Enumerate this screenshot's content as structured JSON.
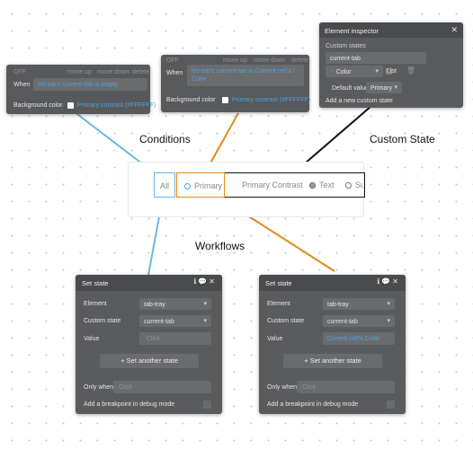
{
  "colors": {
    "panel": "#58595b",
    "header": "#4a4b4d",
    "blue_line": "#6ab7e3",
    "orange_line": "#e08a1e",
    "black_line": "#111111",
    "link_blue": "#4aa3df"
  },
  "condition_panel_1": {
    "toolbar": {
      "off": "OFF",
      "move_up": "move up",
      "move_down": "move down",
      "delete": "delete"
    },
    "when_label": "When",
    "when_value": "list-tab's current-tab is empty",
    "bg_label": "Background color",
    "bg_value": "Primary contrast (#FFFFFF)"
  },
  "condition_panel_2": {
    "toolbar": {
      "off": "OFF",
      "move_up": "move up",
      "move_down": "move down",
      "delete": "delete"
    },
    "when_label": "When",
    "when_value": "list-tab's current-tab is Current cell's / Color",
    "bg_label": "Background color",
    "bg_value": "Primary contrast (#FFFFFF)"
  },
  "element_inspector": {
    "title": "Element inspector",
    "custom_states_label": "Custom states",
    "state_name": "current-tab",
    "type_value": "Color",
    "list_label": "List",
    "default_label": "Default value",
    "default_value": "Primary",
    "add_new": "Add a new custom state"
  },
  "labels": {
    "conditions": "Conditions",
    "custom_state": "Custom State",
    "workflows": "Workflows"
  },
  "tabs": [
    {
      "label": "All"
    },
    {
      "label": "Primary"
    },
    {
      "label": "Primary Contrast"
    },
    {
      "label": "Text"
    },
    {
      "label": "Su"
    }
  ],
  "set_state_1": {
    "title": "Set state",
    "element_label": "Element",
    "element_value": "tab-tray",
    "custom_state_label": "Custom state",
    "custom_state_value": "current-tab",
    "value_label": "Value",
    "value_value": "Click",
    "set_another": "Set another state",
    "only_when_label": "Only when",
    "only_when_value": "Click",
    "breakpoint": "Add a breakpoint in debug mode"
  },
  "set_state_2": {
    "title": "Set state",
    "element_label": "Element",
    "element_value": "tab-tray",
    "custom_state_label": "Custom state",
    "custom_state_value": "current-tab",
    "value_label": "Value",
    "value_value": "Current cell's Color",
    "set_another": "Set another state",
    "only_when_label": "Only when",
    "only_when_value": "Click",
    "breakpoint": "Add a breakpoint in debug mode"
  }
}
